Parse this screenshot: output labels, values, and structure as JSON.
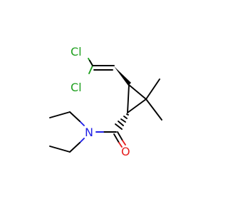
{
  "molecule": {
    "atoms": {
      "cl_top": "Cl",
      "cl_bottom": "Cl",
      "nitrogen": "N",
      "oxygen": "O"
    },
    "colors": {
      "chlorine": "#1fa01f",
      "nitrogen": "#1f1fe6",
      "oxygen": "#e61f1f",
      "carbon_bond": "#000000"
    }
  }
}
